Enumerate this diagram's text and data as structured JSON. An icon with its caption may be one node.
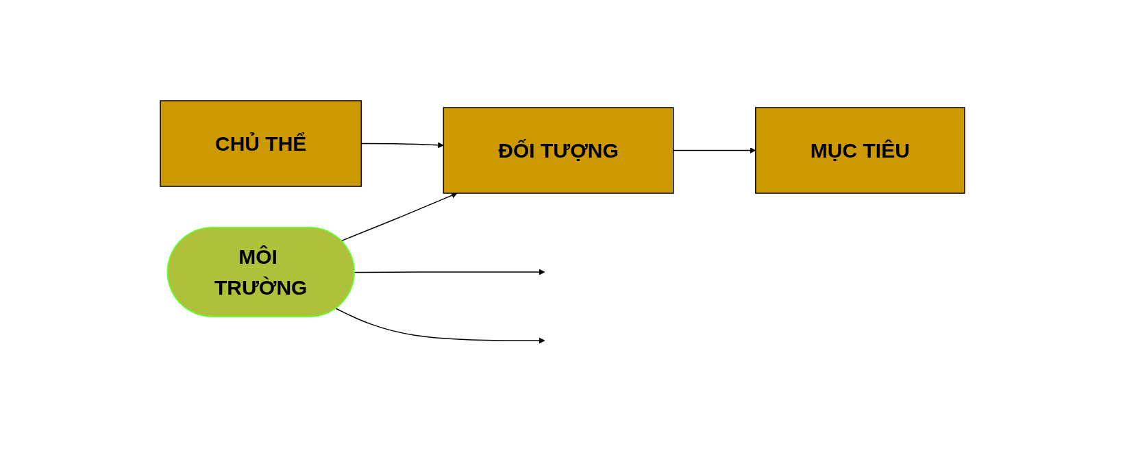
{
  "diagram": {
    "nodes": [
      {
        "text": [
          "CHỦ THỂ"
        ]
      },
      {
        "text": [
          "ĐỐI TƯỢNG"
        ]
      },
      {
        "text": [
          "MỤC TIÊU"
        ]
      },
      {
        "text": [
          "MÔI TRƯỜNG"
        ]
      }
    ],
    "edges": [
      {
        "from": 0,
        "to": 1,
        "arrow": "to"
      },
      {
        "from": 1,
        "to": 2,
        "arrow": "to"
      },
      {
        "from": 3,
        "to": null,
        "arrow": "to"
      },
      {
        "from": 3,
        "to": 1,
        "arrow": "to"
      },
      {
        "from": 3,
        "to": null,
        "arrow": "to"
      }
    ]
  }
}
